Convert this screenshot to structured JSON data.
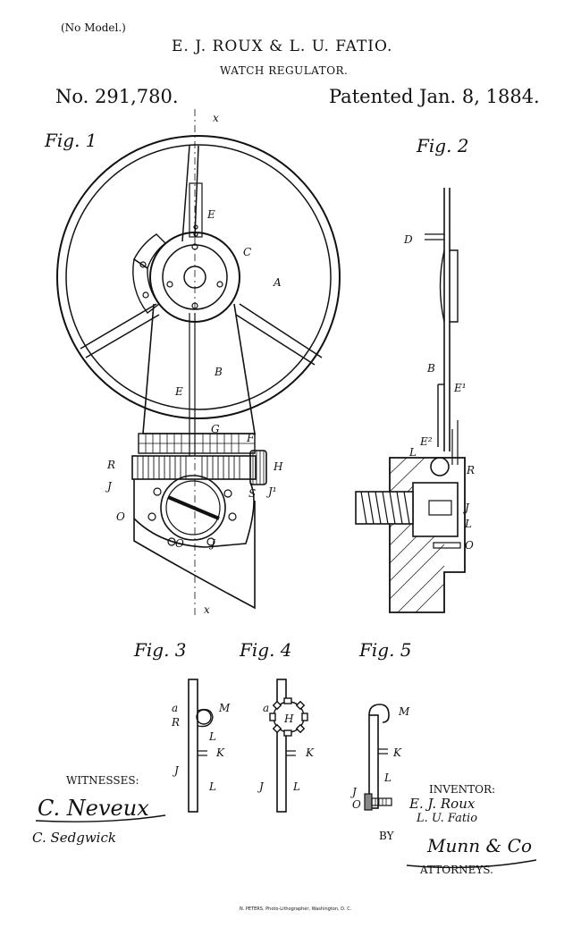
{
  "header": {
    "no_model": "(No Model.)",
    "inventors": "E. J. ROUX & L. U. FATIO.",
    "title": "WATCH REGULATOR.",
    "patent_number": "No. 291,780.",
    "patent_date": "Patented Jan. 8, 1884."
  },
  "figures": {
    "fig1": "Fig. 1",
    "fig2": "Fig. 2",
    "fig3": "Fig. 3",
    "fig4": "Fig. 4",
    "fig5": "Fig. 5"
  },
  "letters": {
    "x": "x",
    "A": "A",
    "B": "B",
    "C": "C",
    "E": "E",
    "F": "F",
    "G": "G",
    "H": "H",
    "J": "J",
    "J1": "J¹",
    "K": "K",
    "L": "L",
    "M": "M",
    "O": "O",
    "R": "R",
    "S": "S",
    "D": "D",
    "E1": "E¹",
    "E2": "E²",
    "a": "a"
  },
  "footer": {
    "witnesses_label": "WITNESSES:",
    "witness1": "C. Neveux",
    "witness2": "C. Sedgwick",
    "inventor_label": "INVENTOR:",
    "inventor1": "E. J. Roux",
    "inventor2": "L. U. Fatio",
    "by": "BY",
    "attorney_signature": "Munn & Co",
    "attorneys_label": "ATTORNEYS.",
    "printer": "N. PETERS. Photo-Lithographer, Washington, D. C."
  }
}
